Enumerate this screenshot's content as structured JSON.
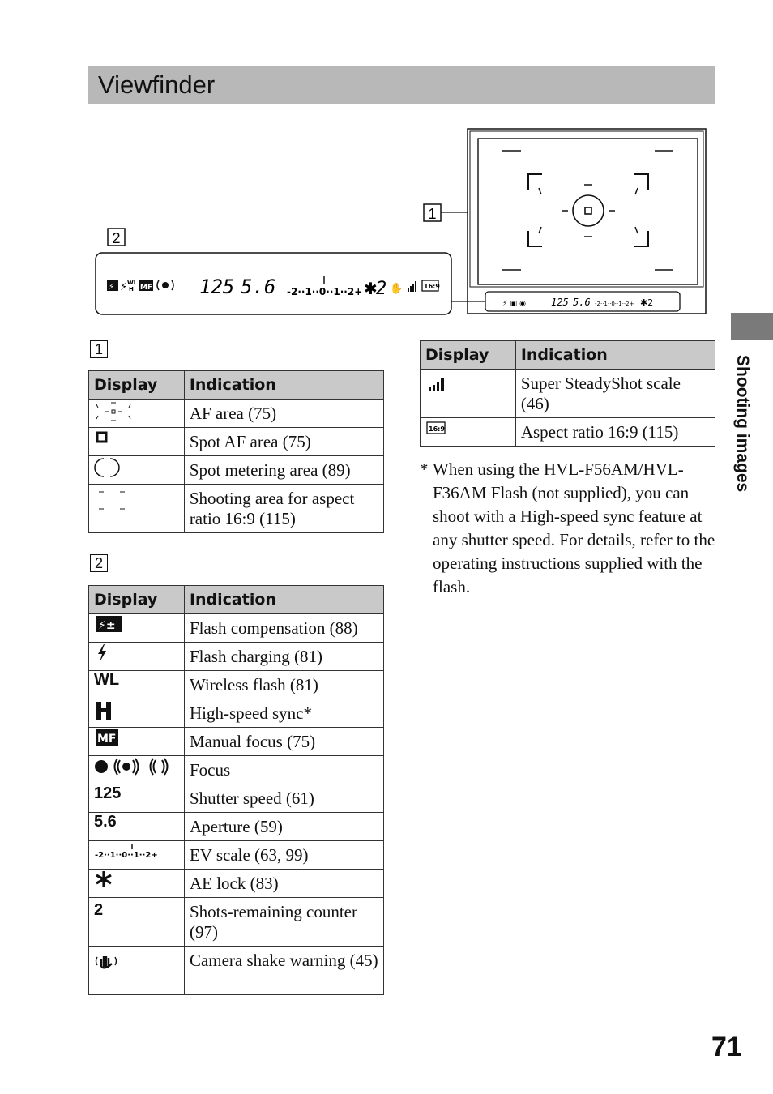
{
  "header": {
    "title": "Viewfinder"
  },
  "side_tab": {
    "label": "Shooting images"
  },
  "page_number": "71",
  "diagram": {
    "callout_1": "1",
    "callout_2": "2",
    "lcd_shutter": "125",
    "lcd_aperture": "5.6",
    "lcd_ev_scale": "-2··1··0··1··2+",
    "lcd_counter": "2"
  },
  "section1": {
    "number": "1",
    "headers": {
      "display": "Display",
      "indication": "Indication"
    },
    "rows": [
      {
        "indication": "AF area (75)",
        "icon": "af-area-icon"
      },
      {
        "indication": "Spot AF area (75)",
        "icon": "spot-af-area-icon"
      },
      {
        "indication": "Spot metering area (89)",
        "icon": "spot-metering-icon"
      },
      {
        "indication": "Shooting area for aspect ratio 16:9 (115)",
        "icon": "aspect-area-icon"
      }
    ]
  },
  "section2": {
    "number": "2",
    "headers": {
      "display": "Display",
      "indication": "Indication"
    },
    "rows": [
      {
        "display": "",
        "icon": "flash-compensation-icon",
        "indication": "Flash compensation (88)"
      },
      {
        "display": "",
        "icon": "flash-charging-icon",
        "indication": "Flash charging (81)"
      },
      {
        "display": "WL",
        "icon": "",
        "indication": "Wireless flash (81)"
      },
      {
        "display": "",
        "icon": "high-speed-sync-icon",
        "indication": "High-speed sync*"
      },
      {
        "display": "",
        "icon": "manual-focus-icon",
        "indication": "Manual focus (75)"
      },
      {
        "display": "",
        "icon": "focus-icon",
        "indication": "Focus"
      },
      {
        "display": "125",
        "icon": "",
        "indication": "Shutter speed (61)"
      },
      {
        "display": "5.6",
        "icon": "",
        "indication": "Aperture (59)"
      },
      {
        "display": "",
        "icon": "ev-scale-icon",
        "indication": "EV scale (63, 99)"
      },
      {
        "display": "",
        "icon": "ae-lock-icon",
        "indication": "AE lock (83)"
      },
      {
        "display": "2",
        "icon": "",
        "indication": "Shots-remaining counter (97)"
      },
      {
        "display": "",
        "icon": "camera-shake-icon",
        "indication": "Camera shake warning (45)"
      }
    ]
  },
  "section3": {
    "headers": {
      "display": "Display",
      "indication": "Indication"
    },
    "rows": [
      {
        "icon": "steadyshot-scale-icon",
        "indication": "Super SteadyShot scale (46)"
      },
      {
        "icon": "aspect-ratio-icon",
        "indication": "Aspect ratio 16:9 (115)"
      }
    ]
  },
  "footnote": {
    "marker": "*",
    "text": "When using the HVL-F56AM/HVL-F36AM Flash (not supplied), you can shoot with a High-speed sync feature at any shutter speed. For details, refer to the operating instructions supplied with the flash."
  }
}
